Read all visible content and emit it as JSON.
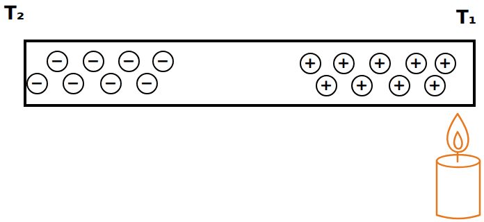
{
  "diagram": {
    "nodes": [
      {
        "text": [
          "−"
        ]
      },
      {
        "text": [
          "−"
        ]
      },
      {
        "text": [
          "−"
        ]
      },
      {
        "text": [
          "−"
        ]
      },
      {
        "text": [
          "+"
        ]
      },
      {
        "text": [
          "+"
        ]
      },
      {
        "text": [
          "+"
        ]
      },
      {
        "text": [
          "+"
        ]
      },
      {
        "text": [
          "+"
        ]
      },
      {
        "text": [
          "−"
        ]
      },
      {
        "text": [
          "−"
        ]
      },
      {
        "text": [
          "−"
        ]
      },
      {
        "text": [
          "−"
        ]
      },
      {
        "text": [
          "+"
        ]
      },
      {
        "text": [
          "+"
        ]
      },
      {
        "text": [
          "+"
        ]
      },
      {
        "text": [
          "+"
        ]
      }
    ],
    "labels": [
      "T₂",
      "T₁"
    ]
  }
}
